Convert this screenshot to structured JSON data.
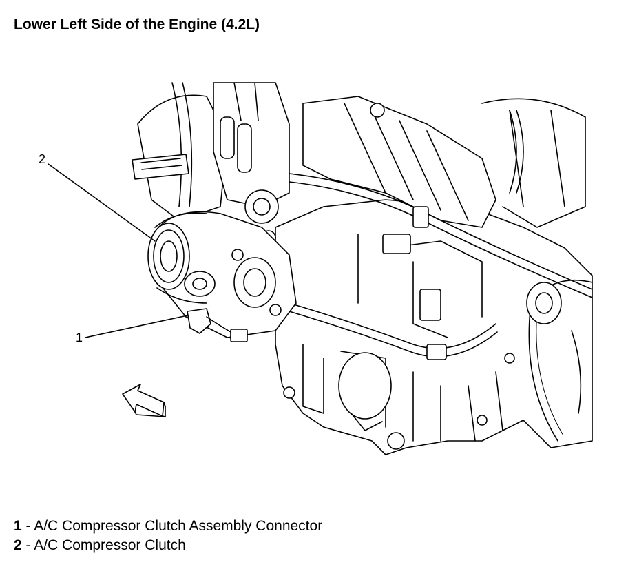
{
  "title": "Lower Left Side of the Engine (4.2L)",
  "callouts": [
    {
      "num": "1",
      "label": "A/C Compressor Clutch Assembly Connector"
    },
    {
      "num": "2",
      "label": "A/C Compressor Clutch"
    }
  ],
  "legend_separator": " - ",
  "icons": {
    "direction_arrow": "front-direction-arrow-icon"
  }
}
